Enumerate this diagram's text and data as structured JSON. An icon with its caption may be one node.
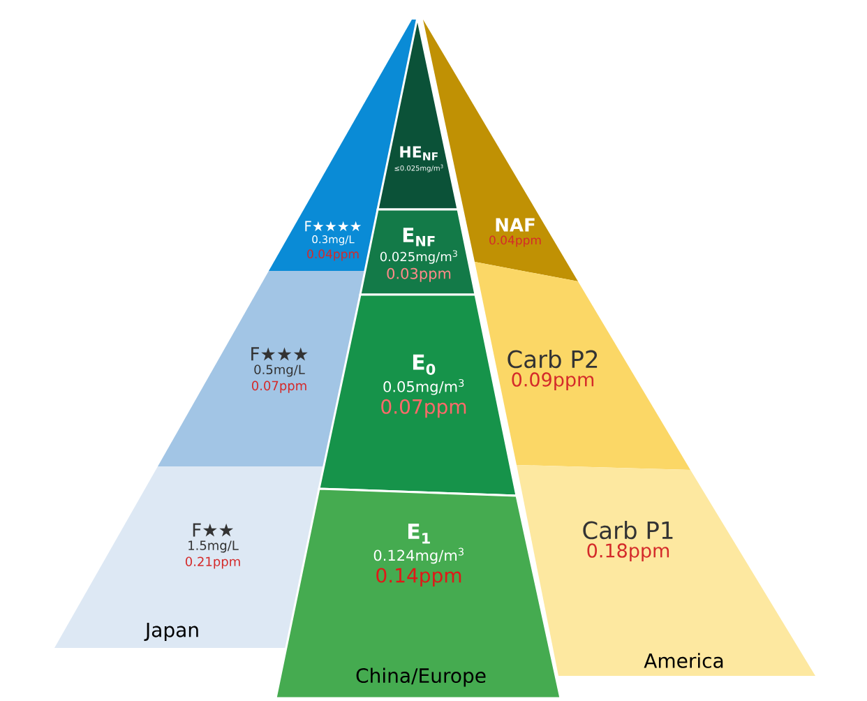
{
  "diagram": {
    "nodes": [
      {
        "text": [
          "F★★★★",
          "0.3mg/L",
          "0.04ppm"
        ]
      },
      {
        "text": [
          "F★★★",
          "0.5mg/L",
          "0.07ppm"
        ]
      },
      {
        "text": [
          "F★★",
          "1.5mg/L",
          "0.21ppm"
        ]
      },
      {
        "text": [
          "HE$_{NF}$",
          "≤0.025mg/m$^{3}$"
        ]
      },
      {
        "text": [
          "E$_{NF}$",
          "0.025mg/m$^{3}$",
          "0.03ppm"
        ]
      },
      {
        "text": [
          "E$_{0}$",
          "0.05mg/m$^{3}$",
          "0.07ppm"
        ]
      },
      {
        "text": [
          "E$_{1}$",
          "0.124mg/m$^{3}$",
          "0.14ppm"
        ]
      },
      {
        "text": [
          "NAF",
          "0.04ppm"
        ]
      },
      {
        "text": [
          "Carb P2",
          "0.09ppm"
        ]
      },
      {
        "text": [
          "Carb P1",
          "0.18ppm"
        ]
      }
    ],
    "labels": [
      "Japan",
      "China/Europe",
      "America"
    ]
  }
}
